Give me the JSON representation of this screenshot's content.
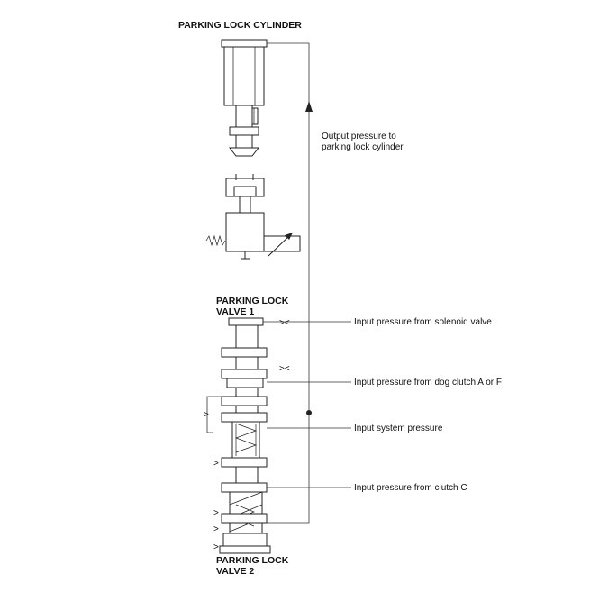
{
  "labels": {
    "parking_lock_cylinder": "PARKING LOCK CYLINDER",
    "output_pressure_line1": "Output pressure to",
    "output_pressure_line2": "parking lock cylinder",
    "valve1_line1": "PARKING LOCK",
    "valve1_line2": "VALVE 1",
    "valve2_line1": "PARKING LOCK",
    "valve2_line2": "VALVE 2"
  },
  "callouts": [
    "Input pressure from solenoid valve",
    "Input pressure from dog clutch A or F",
    "Input system pressure",
    "Input pressure from clutch C"
  ],
  "colors": {
    "line": "#222222",
    "background": "#ffffff"
  }
}
